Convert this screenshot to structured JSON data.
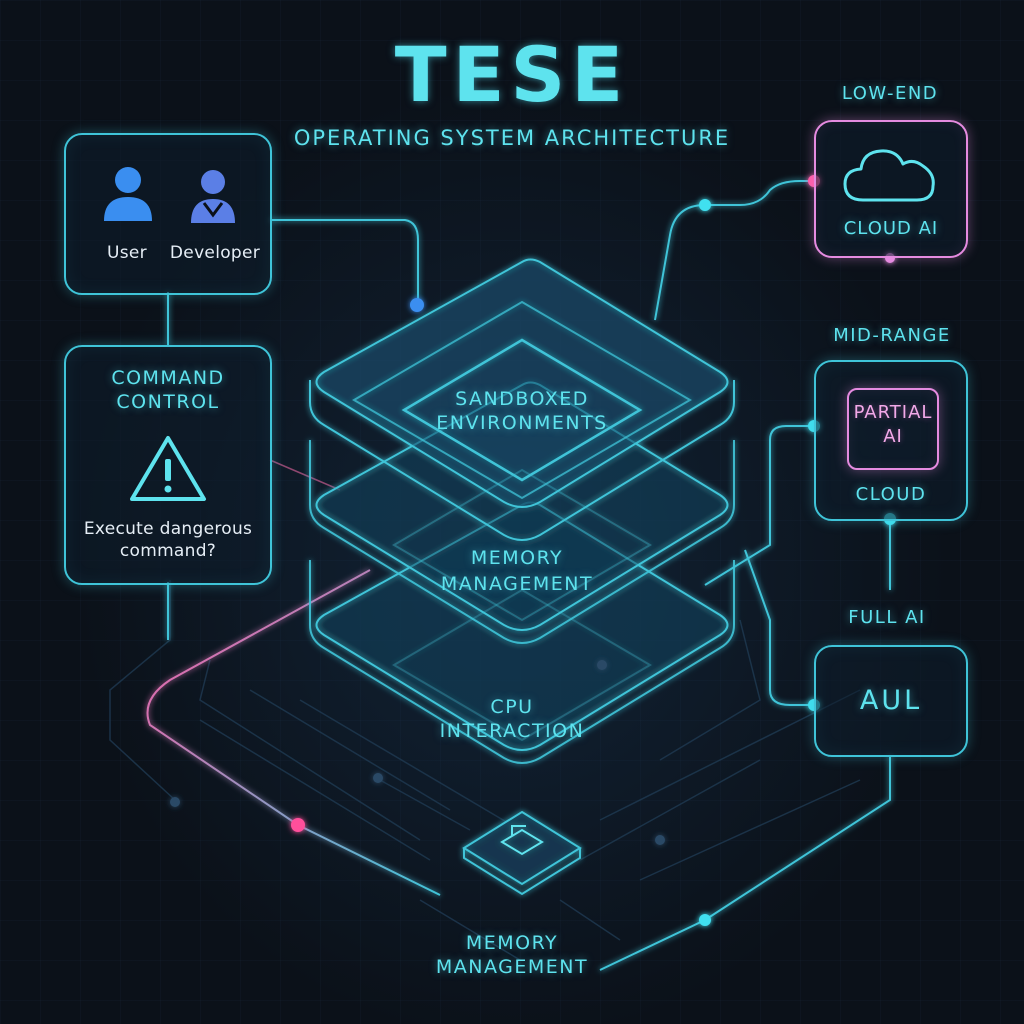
{
  "header": {
    "title": "TESE",
    "subtitle": "OPERATING SYSTEM ARCHITECTURE"
  },
  "users_panel": {
    "user_label": "User",
    "developer_label": "Developer"
  },
  "command_panel": {
    "title_line1": "COMMAND",
    "title_line2": "CONTROL",
    "prompt_line1": "Execute dangerous",
    "prompt_line2": "command?"
  },
  "stack": {
    "top_line1": "SANDBOXED",
    "top_line2": "ENVIRONMENTS",
    "mid_line1": "MEMORY",
    "mid_line2": "MANAGEMENT",
    "bottom_line1": "CPU",
    "bottom_line2": "INTERACTION"
  },
  "chip": {
    "label_line1": "MEMORY",
    "label_line2": "MANAGEMENT"
  },
  "tiers": {
    "low_end": {
      "heading": "LOW-END",
      "label": "CLOUD AI"
    },
    "mid_range": {
      "heading": "MID-RANGE",
      "inner_line1": "PARTIAL",
      "inner_line2": "AI",
      "label": "CLOUD"
    },
    "full_ai": {
      "heading": "FULL AI",
      "label": "AUL"
    }
  },
  "colors": {
    "background": "#0b1119",
    "cyan": "#3fc4d8",
    "title_cyan": "#5ee3ee",
    "pink": "#e58be0",
    "magenta_dot": "#ff4f9b",
    "user_blue": "#3a8ef0",
    "developer_blue": "#5b7fe6"
  },
  "icons": [
    "user-icon",
    "developer-icon",
    "warning-icon",
    "cloud-icon",
    "chip-icon"
  ]
}
